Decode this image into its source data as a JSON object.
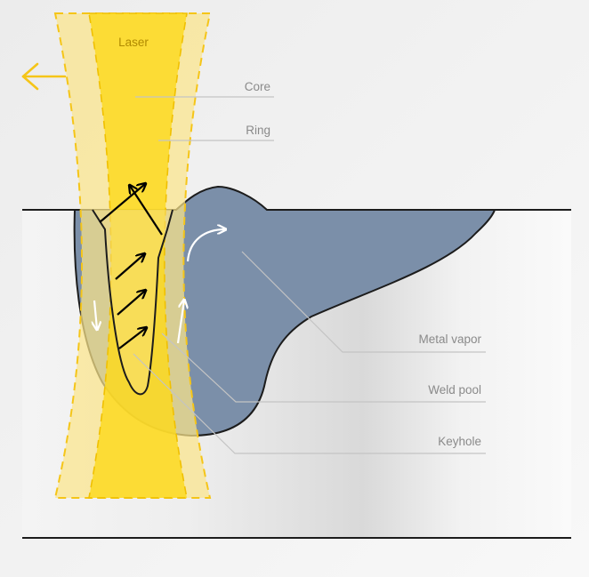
{
  "labels": {
    "laser": "Laser",
    "core": "Core",
    "ring": "Ring",
    "metal_vapor": "Metal vapor",
    "weld_pool": "Weld pool",
    "keyhole": "Keyhole"
  },
  "icons": {
    "travel_direction": "arrow-left-icon"
  },
  "colors": {
    "background": "#f5f5f5",
    "laser_core": "#fcd91c",
    "laser_ring": "#fbe58a",
    "weld_pool": "#7b8fa9",
    "metal_gradient_dark": "#d6d6d6",
    "outline": "#1c1c1c",
    "leader_line": "#c4c4c4",
    "vapor_arrow": "#000000",
    "flow_arrow": "#ffffff",
    "travel_arrow": "#f5c518"
  }
}
